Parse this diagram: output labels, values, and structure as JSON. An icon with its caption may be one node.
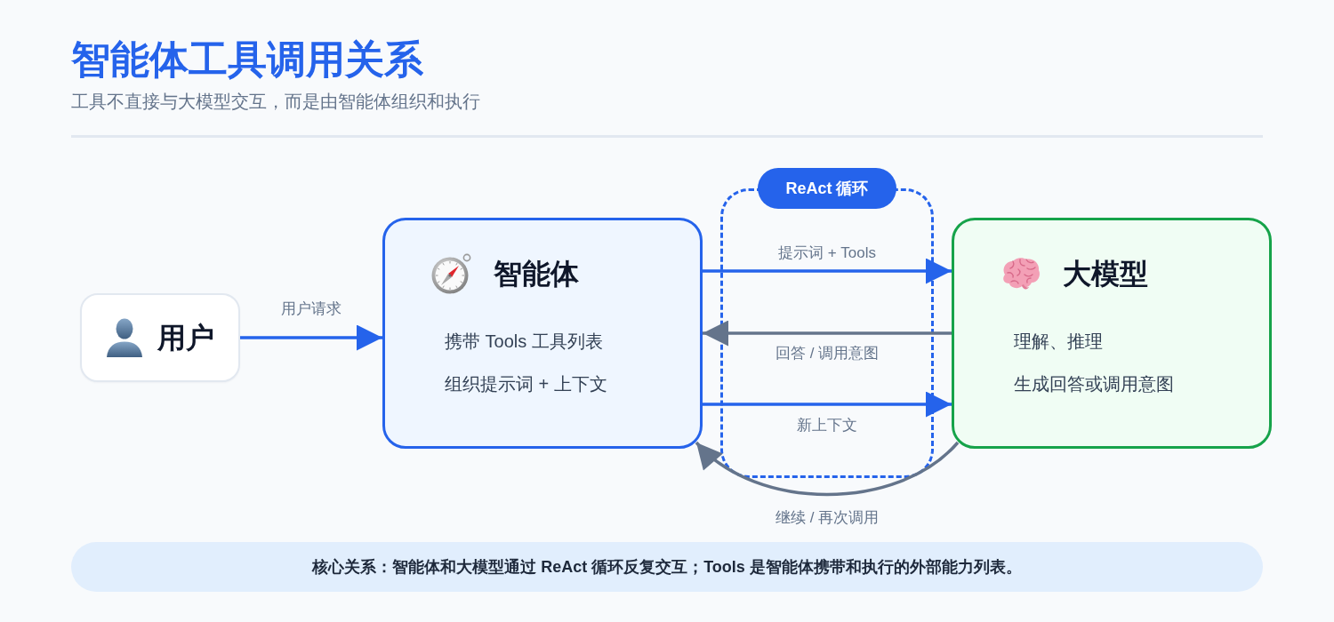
{
  "diagram": {
    "title": "智能体工具调用关系",
    "nodes": [
      {
        "text": [
          "用户"
        ]
      },
      {
        "text": [
          "智能体",
          "携带 Tools 工具列表",
          "组织提示词 + 上下文"
        ]
      },
      {
        "text": [
          "ReAct 循环"
        ]
      },
      {
        "text": [
          "大模型",
          "理解、推理",
          "生成回答或调用意图"
        ]
      },
      {
        "text": [
          "核心关系：智能体和大模型通过 ReAct 循环反复交互；Tools 是智能体携带和执行的外部能力列表。"
        ]
      }
    ],
    "edges": [
      {
        "from": 0,
        "to": 1,
        "arrow": "to",
        "label": "用户请求"
      },
      {
        "from": 1,
        "to": 3,
        "arrow": "to",
        "label": "提示词 + Tools"
      },
      {
        "from": 3,
        "to": 1,
        "arrow": "to",
        "label": "回答 / 调用意图",
        "color": "#64748b"
      },
      {
        "from": 1,
        "to": 3,
        "arrow": "to",
        "label": "新上下文"
      },
      {
        "from": 3,
        "to": 1,
        "arrow": "to",
        "label": "继续 / 再次调用",
        "color": "#64748b"
      }
    ],
    "labels": [
      "工具不直接与大模型交互，而是由智能体组织和执行"
    ]
  }
}
